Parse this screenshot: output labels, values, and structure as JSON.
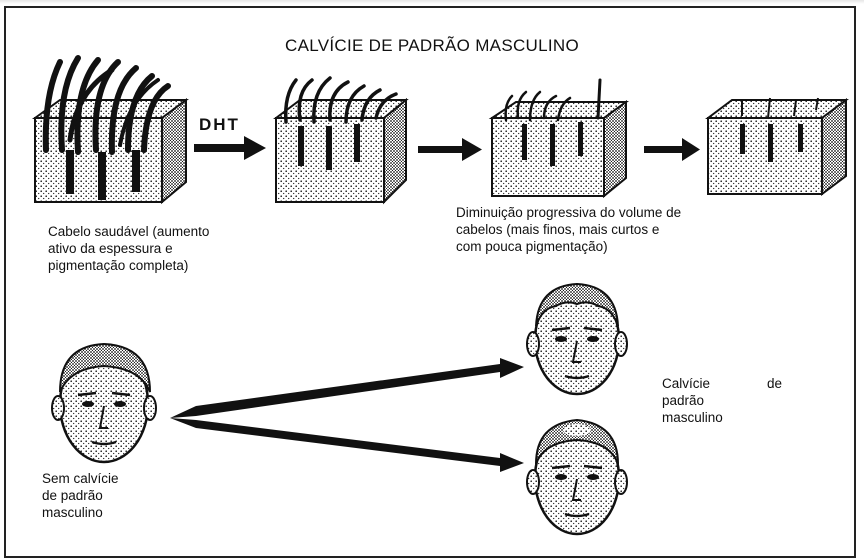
{
  "title": "CALVÍCIE DE PADRÃO MASCULINO",
  "dht_label": "DHT",
  "healthy_lines": [
    "Cabelo saudável (aumento",
    "ativo da espessura e",
    "pigmentação completa)"
  ],
  "progressive_lines": [
    "Diminuição progressiva do volume de",
    "cabelos (mais finos, mais curtos e",
    "com pouca pigmentação)"
  ],
  "without_baldness_lines": [
    "Sem calvície",
    "de padrão",
    "masculino"
  ],
  "pattern_baldness": {
    "word1": "Calvície",
    "word2": "de",
    "line2": "padrão",
    "line3": "masculino"
  },
  "colors": {
    "ink": "#111111",
    "frame": "#222222",
    "background": "#ffffff"
  }
}
